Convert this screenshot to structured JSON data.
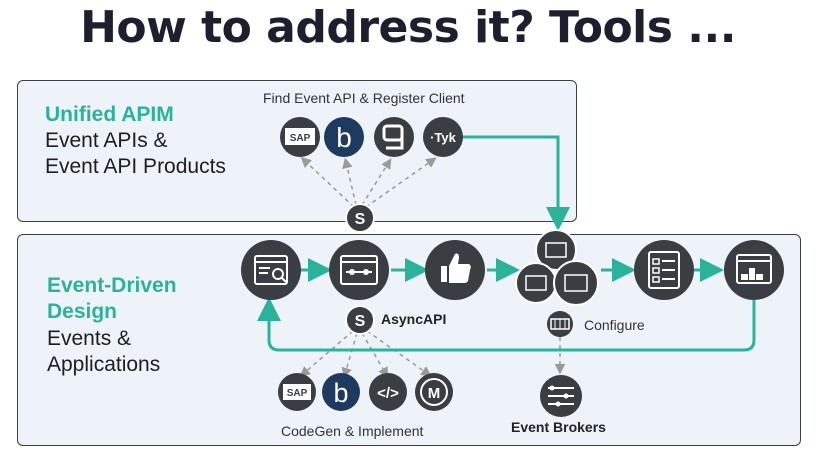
{
  "title": "How to address it? Tools ...",
  "apim": {
    "heading": "Unified APIM",
    "line1": "Event APIs &",
    "line2": "Event API Products",
    "caption": "Find Event API & Register Client",
    "logos": [
      "SAP",
      "b",
      "g",
      "Tyk"
    ]
  },
  "edd": {
    "heading1": "Event-Driven",
    "heading2": "Design",
    "line1": "Events &",
    "line2": "Applications",
    "asyncapi_label": "AsyncAPI",
    "configure_label": "Configure",
    "brokers_label": "Event Brokers",
    "codegen_caption": "CodeGen & Implement",
    "codegen_logos": [
      "SAP",
      "b",
      "</>",
      "M"
    ]
  },
  "colors": {
    "accent": "#2bb39a",
    "icon_fill": "#3a3d42",
    "panel_bg": "#eef3f9",
    "dashed": "#9a9a9a"
  },
  "icons": {
    "flow": [
      "search-document-icon",
      "event-flow-icon",
      "thumbs-up-icon",
      "folders-icon",
      "checklist-icon",
      "deploy-window-icon"
    ],
    "connector": "asyncapi-s-icon",
    "configure": "configure-grid-icon",
    "broker": "event-broker-icon"
  }
}
